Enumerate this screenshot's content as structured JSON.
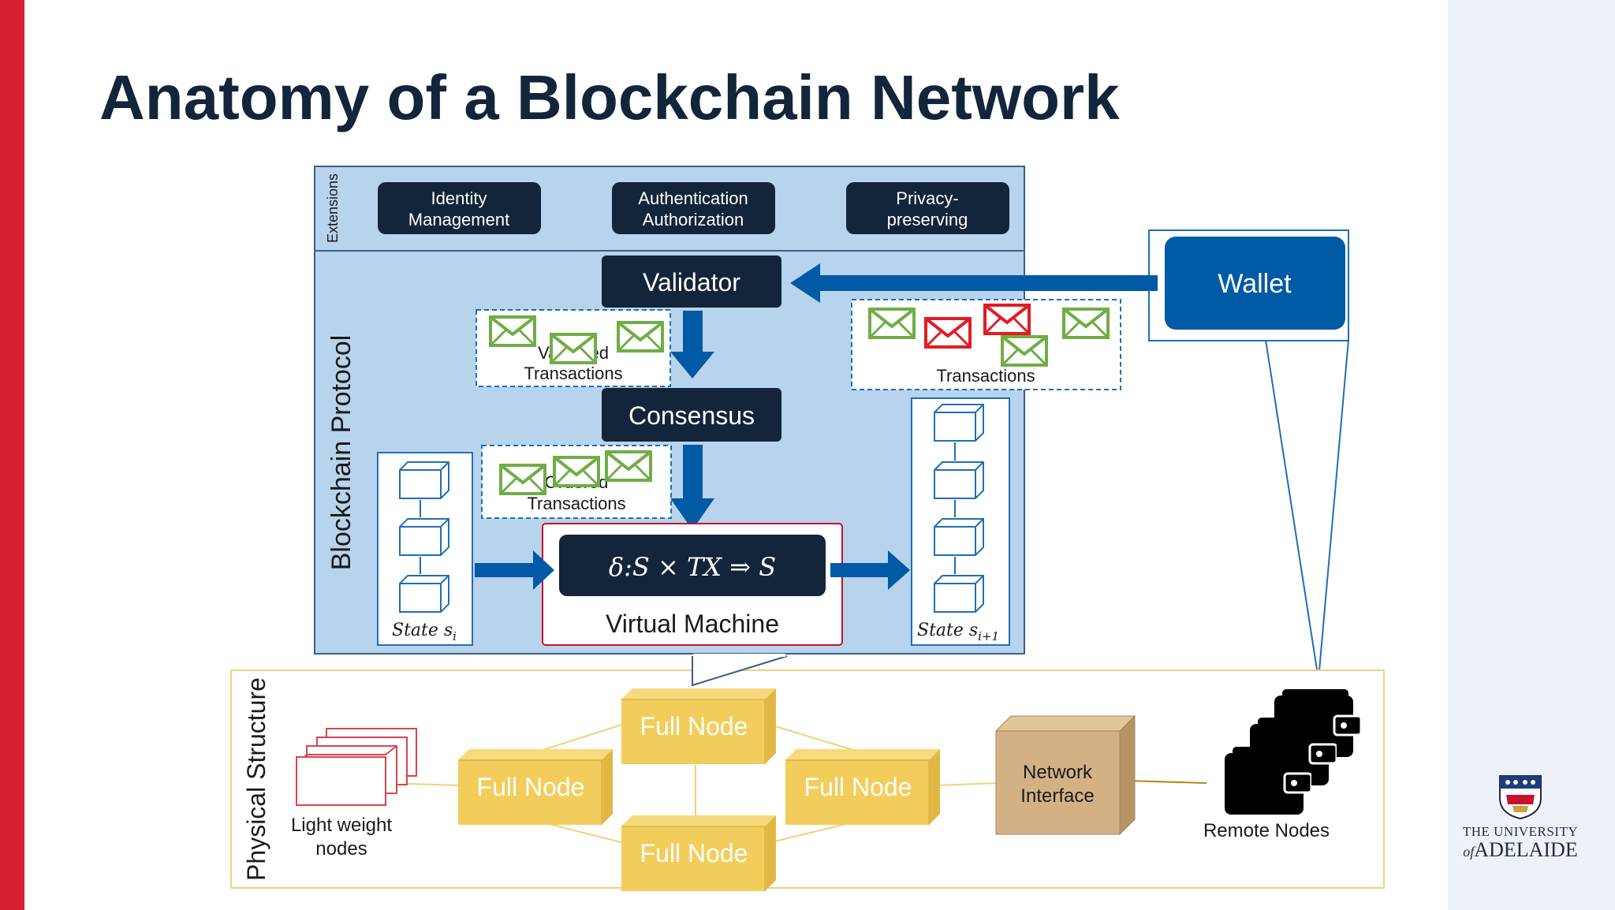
{
  "slide": {
    "title": "Anatomy of a Blockchain Network",
    "accent_color": "#d52031",
    "navy_color": "#13253b",
    "protocol_bg": "#b8d3ec",
    "node_color": "#f3cd5c",
    "wallet_color": "#005aa5"
  },
  "extensions": {
    "label": "Extensions",
    "boxes": [
      {
        "line1": "Identity",
        "line2": "Management"
      },
      {
        "line1": "Authentication",
        "line2": "Authorization"
      },
      {
        "line1": "Privacy-",
        "line2": "preserving"
      }
    ]
  },
  "protocol": {
    "label": "Blockchain Protocol",
    "validator": "Validator",
    "consensus": "Consensus",
    "validated_line1": "Validated",
    "validated_line2": "Transactions",
    "ordered_line1": "Ordered",
    "ordered_line2": "Transactions",
    "transactions": "Transactions",
    "vm_formula": "δ:S × TX ⇒ S",
    "vm_label": "Virtual Machine",
    "state_left": "State s",
    "state_left_sub": "i",
    "state_right": "State s",
    "state_right_sub": "i+1"
  },
  "wallet": {
    "label": "Wallet"
  },
  "physical": {
    "label": "Physical Structure",
    "full_nodes": [
      "Full Node",
      "Full Node",
      "Full Node",
      "Full Node"
    ],
    "light_line1": "Light weight",
    "light_line2": "nodes",
    "ni_line1": "Network",
    "ni_line2": "Interface",
    "remote": "Remote Nodes"
  },
  "logo": {
    "line1": "THE UNIVERSITY",
    "of": "of",
    "line2": "ADELAIDE"
  }
}
